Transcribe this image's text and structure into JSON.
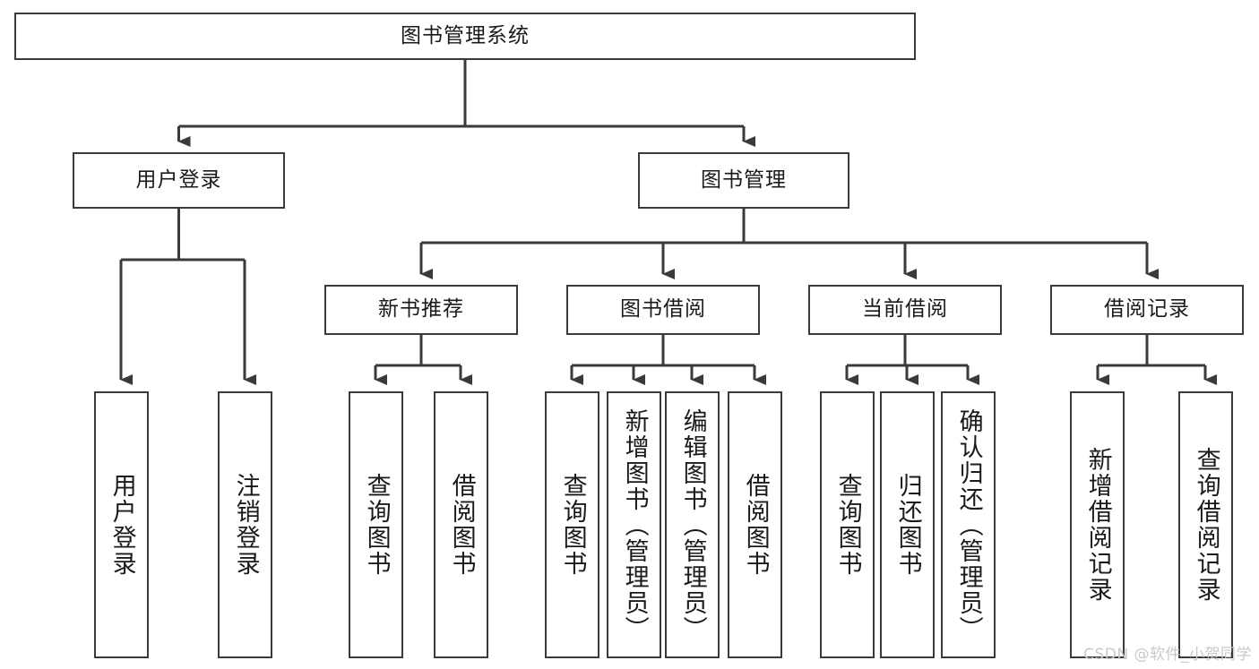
{
  "diagram": {
    "type": "tree-hierarchy",
    "title": "图书管理系统",
    "line_color": "#3a3a3a",
    "box_fill": "#ffffff",
    "background": "#ffffff",
    "root": {
      "id": "root",
      "label": "图书管理系统"
    },
    "level2": [
      {
        "id": "user-login",
        "label": "用户登录"
      },
      {
        "id": "book-manage",
        "label": "图书管理"
      }
    ],
    "level3": [
      {
        "id": "new-book-rec",
        "label": "新书推荐",
        "parent": "book-manage"
      },
      {
        "id": "book-borrow",
        "label": "图书借阅",
        "parent": "book-manage"
      },
      {
        "id": "current-borrow",
        "label": "当前借阅",
        "parent": "book-manage"
      },
      {
        "id": "borrow-record",
        "label": "借阅记录",
        "parent": "book-manage"
      }
    ],
    "leaves": {
      "user_login": [
        {
          "id": "leaf-user-login",
          "label": "用户登录"
        },
        {
          "id": "leaf-user-logout",
          "label": "注销登录"
        }
      ],
      "new_book_rec": [
        {
          "id": "leaf-query-book-1",
          "label": "查询图书"
        },
        {
          "id": "leaf-borrow-book-1",
          "label": "借阅图书"
        }
      ],
      "book_borrow": [
        {
          "id": "leaf-query-book-2",
          "label": "查询图书"
        },
        {
          "id": "leaf-add-book",
          "label": "新增图书（管理员）"
        },
        {
          "id": "leaf-edit-book",
          "label": "编辑图书（管理员）"
        },
        {
          "id": "leaf-borrow-book-2",
          "label": "借阅图书"
        }
      ],
      "current_borrow": [
        {
          "id": "leaf-query-book-3",
          "label": "查询图书"
        },
        {
          "id": "leaf-return-book",
          "label": "归还图书"
        },
        {
          "id": "leaf-confirm-return",
          "label": "确认归还（管理员）"
        }
      ],
      "borrow_record": [
        {
          "id": "leaf-add-record",
          "label": "新增借阅记录"
        },
        {
          "id": "leaf-query-record",
          "label": "查询借阅记录"
        }
      ]
    }
  },
  "watermark": {
    "text": "CSDN @软件_小贺同学"
  }
}
